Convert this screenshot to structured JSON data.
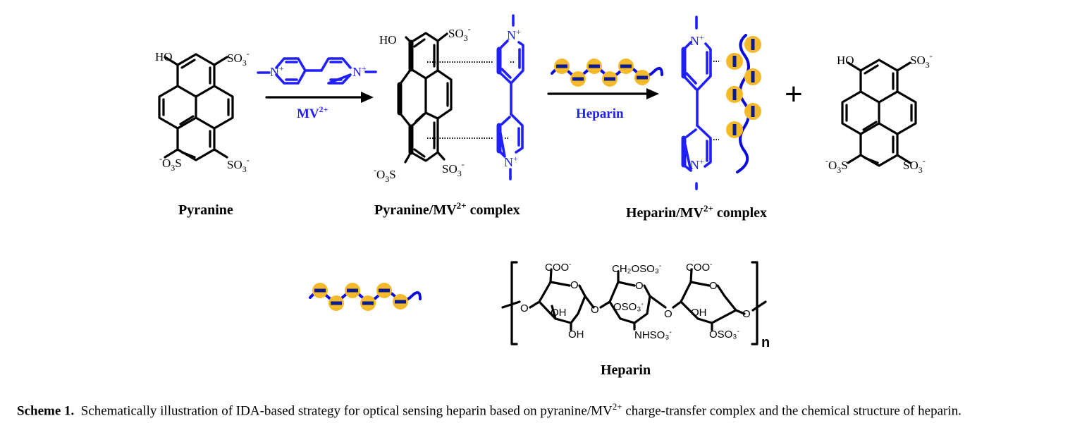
{
  "figure": {
    "labels": {
      "pyranine": "Pyranine",
      "complex1_main": "Pyranine/MV",
      "complex1_sup": "2+",
      "complex1_tail": " complex",
      "complex2_main": "Heparin/MV",
      "complex2_sup": "2+",
      "complex2_tail": " complex",
      "heparin_bottom": "Heparin"
    },
    "arrow1": {
      "reagent_main": "MV",
      "reagent_sup": "2+"
    },
    "arrow2": {
      "reagent": "Heparin"
    },
    "plus_sign": "+",
    "substituents": {
      "ho": "HO",
      "so3": "SO",
      "sub3": "3",
      "minus": "-",
      "o3s_pre": "-",
      "o3s_o": "O",
      "o3s_s": "S",
      "n_plus": "N",
      "plus": "+"
    },
    "heparin_structure": {
      "coo": "COO",
      "ch2oso3": "CH₂OSO₃",
      "oh": "OH",
      "oso3": "OSO₃",
      "nhso3": "NHSO₃",
      "o": "O",
      "minus": "-",
      "repeat": "n"
    },
    "colors": {
      "viologen_blue": "#1f1fff",
      "polymer_blue": "#0a0adf",
      "anion_orange": "#f5b92c",
      "anion_dash": "#0b1a8c"
    }
  },
  "caption": {
    "label": "Scheme 1.",
    "text_before_sup": "Schematically illustration of IDA-based strategy for optical sensing heparin based on pyranine/MV",
    "sup": "2+",
    "text_after_sup": " charge-transfer complex and the chemical structure of heparin."
  }
}
